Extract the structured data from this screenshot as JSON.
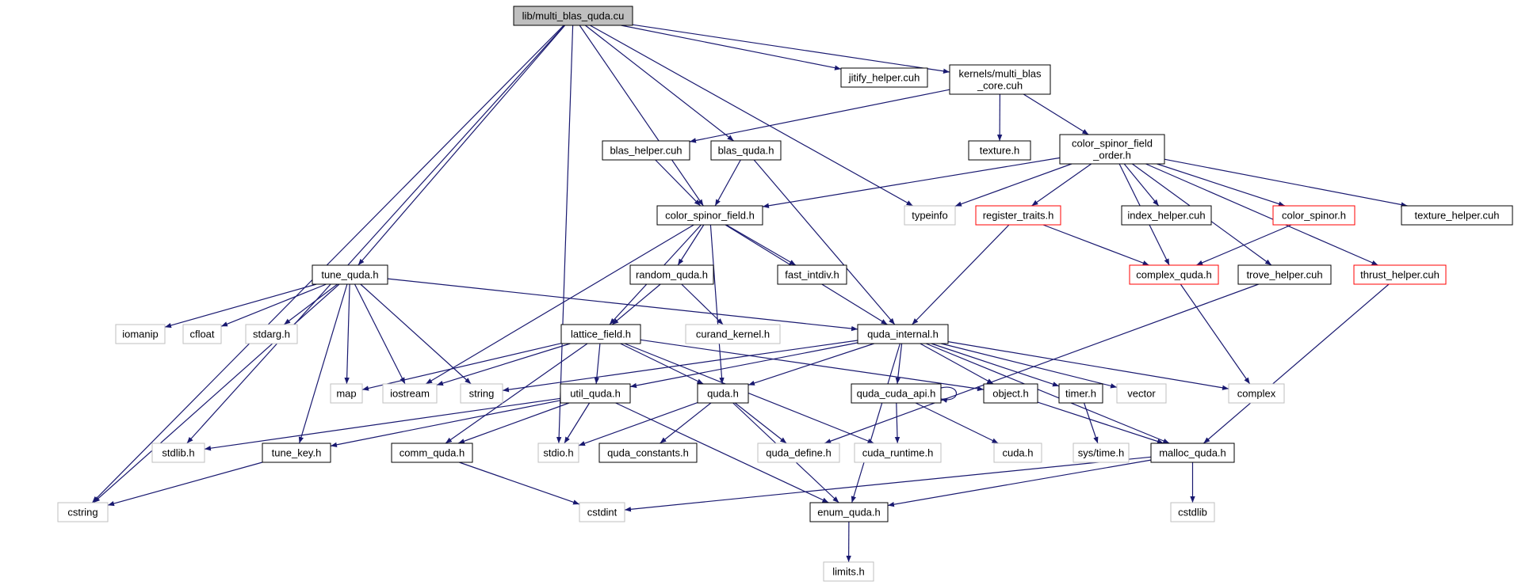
{
  "diagram": {
    "type": "include-dependency-graph",
    "colors": {
      "edge": "#191970",
      "node_border": "#000000",
      "node_border_external": "#bfbfbf",
      "node_border_truncated": "#ff0000",
      "root_fill": "#bfbfbf",
      "node_fill": "#ffffff"
    },
    "nodes": [
      {
        "id": "root",
        "label": "lib/multi_blas_quda.cu",
        "kind": "root"
      },
      {
        "id": "jitify",
        "label": "jitify_helper.cuh",
        "kind": "normal"
      },
      {
        "id": "mbc",
        "label": "kernels/multi_blas\n_core.cuh",
        "kind": "normal"
      },
      {
        "id": "blas_helper",
        "label": "blas_helper.cuh",
        "kind": "normal"
      },
      {
        "id": "blas_quda",
        "label": "blas_quda.h",
        "kind": "normal"
      },
      {
        "id": "texture_h",
        "label": "texture.h",
        "kind": "normal"
      },
      {
        "id": "csfo",
        "label": "color_spinor_field\n_order.h",
        "kind": "normal"
      },
      {
        "id": "csf",
        "label": "color_spinor_field.h",
        "kind": "normal"
      },
      {
        "id": "typeinfo",
        "label": "typeinfo",
        "kind": "external"
      },
      {
        "id": "regtraits",
        "label": "register_traits.h",
        "kind": "truncated"
      },
      {
        "id": "index_helper",
        "label": "index_helper.cuh",
        "kind": "normal"
      },
      {
        "id": "color_spinor",
        "label": "color_spinor.h",
        "kind": "truncated"
      },
      {
        "id": "texture_helper",
        "label": "texture_helper.cuh",
        "kind": "normal"
      },
      {
        "id": "tune_quda",
        "label": "tune_quda.h",
        "kind": "normal"
      },
      {
        "id": "random_quda",
        "label": "random_quda.h",
        "kind": "normal"
      },
      {
        "id": "fast_intdiv",
        "label": "fast_intdiv.h",
        "kind": "normal"
      },
      {
        "id": "complex_quda",
        "label": "complex_quda.h",
        "kind": "truncated"
      },
      {
        "id": "trove",
        "label": "trove_helper.cuh",
        "kind": "normal"
      },
      {
        "id": "thrust",
        "label": "thrust_helper.cuh",
        "kind": "truncated"
      },
      {
        "id": "iomanip",
        "label": "iomanip",
        "kind": "external"
      },
      {
        "id": "cfloat",
        "label": "cfloat",
        "kind": "external"
      },
      {
        "id": "stdarg",
        "label": "stdarg.h",
        "kind": "external"
      },
      {
        "id": "curand",
        "label": "curand_kernel.h",
        "kind": "external"
      },
      {
        "id": "lattice",
        "label": "lattice_field.h",
        "kind": "normal"
      },
      {
        "id": "quda_internal",
        "label": "quda_internal.h",
        "kind": "normal"
      },
      {
        "id": "map",
        "label": "map",
        "kind": "external"
      },
      {
        "id": "iostream",
        "label": "iostream",
        "kind": "external"
      },
      {
        "id": "string",
        "label": "string",
        "kind": "external"
      },
      {
        "id": "util_quda",
        "label": "util_quda.h",
        "kind": "normal"
      },
      {
        "id": "quda_h",
        "label": "quda.h",
        "kind": "normal"
      },
      {
        "id": "cuda_api",
        "label": "quda_cuda_api.h",
        "kind": "normal"
      },
      {
        "id": "object",
        "label": "object.h",
        "kind": "normal"
      },
      {
        "id": "timer",
        "label": "timer.h",
        "kind": "normal"
      },
      {
        "id": "vector",
        "label": "vector",
        "kind": "external"
      },
      {
        "id": "complex",
        "label": "complex",
        "kind": "external"
      },
      {
        "id": "stdlib",
        "label": "stdlib.h",
        "kind": "external"
      },
      {
        "id": "tune_key",
        "label": "tune_key.h",
        "kind": "normal"
      },
      {
        "id": "comm_quda",
        "label": "comm_quda.h",
        "kind": "normal"
      },
      {
        "id": "stdio",
        "label": "stdio.h",
        "kind": "external"
      },
      {
        "id": "quda_constants",
        "label": "quda_constants.h",
        "kind": "normal"
      },
      {
        "id": "quda_define",
        "label": "quda_define.h",
        "kind": "external"
      },
      {
        "id": "cuda_runtime",
        "label": "cuda_runtime.h",
        "kind": "external"
      },
      {
        "id": "cuda_h",
        "label": "cuda.h",
        "kind": "external"
      },
      {
        "id": "systime",
        "label": "sys/time.h",
        "kind": "external"
      },
      {
        "id": "malloc_quda",
        "label": "malloc_quda.h",
        "kind": "normal"
      },
      {
        "id": "cstring",
        "label": "cstring",
        "kind": "external"
      },
      {
        "id": "cstdint",
        "label": "cstdint",
        "kind": "external"
      },
      {
        "id": "enum_quda",
        "label": "enum_quda.h",
        "kind": "normal"
      },
      {
        "id": "cstdlib",
        "label": "cstdlib",
        "kind": "external"
      },
      {
        "id": "limits",
        "label": "limits.h",
        "kind": "external"
      }
    ],
    "edges": [
      [
        "root",
        "jitify"
      ],
      [
        "root",
        "mbc"
      ],
      [
        "root",
        "blas_quda"
      ],
      [
        "root",
        "typeinfo"
      ],
      [
        "root",
        "csf"
      ],
      [
        "root",
        "tune_quda"
      ],
      [
        "root",
        "stdio"
      ],
      [
        "root",
        "stdlib"
      ],
      [
        "root",
        "cstring"
      ],
      [
        "mbc",
        "blas_helper"
      ],
      [
        "mbc",
        "texture_h"
      ],
      [
        "mbc",
        "csfo"
      ],
      [
        "blas_helper",
        "csf"
      ],
      [
        "blas_quda",
        "csf"
      ],
      [
        "blas_quda",
        "quda_internal"
      ],
      [
        "csfo",
        "csf"
      ],
      [
        "csfo",
        "typeinfo"
      ],
      [
        "csfo",
        "regtraits"
      ],
      [
        "csfo",
        "index_helper"
      ],
      [
        "csfo",
        "color_spinor"
      ],
      [
        "csfo",
        "texture_helper"
      ],
      [
        "csfo",
        "complex_quda"
      ],
      [
        "csfo",
        "trove"
      ],
      [
        "csfo",
        "thrust"
      ],
      [
        "csf",
        "iostream"
      ],
      [
        "csf",
        "random_quda"
      ],
      [
        "csf",
        "fast_intdiv"
      ],
      [
        "csf",
        "quda_internal"
      ],
      [
        "csf",
        "lattice"
      ],
      [
        "csf",
        "quda_h"
      ],
      [
        "regtraits",
        "quda_internal"
      ],
      [
        "regtraits",
        "complex_quda"
      ],
      [
        "color_spinor",
        "complex_quda"
      ],
      [
        "complex_quda",
        "complex"
      ],
      [
        "trove",
        "quda_define"
      ],
      [
        "thrust",
        "malloc_quda"
      ],
      [
        "random_quda",
        "lattice"
      ],
      [
        "random_quda",
        "curand"
      ],
      [
        "tune_quda",
        "iomanip"
      ],
      [
        "tune_quda",
        "cfloat"
      ],
      [
        "tune_quda",
        "stdarg"
      ],
      [
        "tune_quda",
        "map"
      ],
      [
        "tune_quda",
        "iostream"
      ],
      [
        "tune_quda",
        "string"
      ],
      [
        "tune_quda",
        "tune_key"
      ],
      [
        "tune_quda",
        "quda_internal"
      ],
      [
        "tune_quda",
        "cstring"
      ],
      [
        "lattice",
        "map"
      ],
      [
        "lattice",
        "iostream"
      ],
      [
        "lattice",
        "util_quda"
      ],
      [
        "lattice",
        "quda_h"
      ],
      [
        "lattice",
        "object"
      ],
      [
        "lattice",
        "comm_quda"
      ],
      [
        "lattice",
        "cuda_runtime"
      ],
      [
        "quda_internal",
        "string"
      ],
      [
        "quda_internal",
        "util_quda"
      ],
      [
        "quda_internal",
        "quda_h"
      ],
      [
        "quda_internal",
        "cuda_api"
      ],
      [
        "quda_internal",
        "object"
      ],
      [
        "quda_internal",
        "timer"
      ],
      [
        "quda_internal",
        "vector"
      ],
      [
        "quda_internal",
        "complex"
      ],
      [
        "quda_internal",
        "malloc_quda"
      ],
      [
        "quda_internal",
        "enum_quda"
      ],
      [
        "util_quda",
        "stdlib"
      ],
      [
        "util_quda",
        "tune_key"
      ],
      [
        "util_quda",
        "comm_quda"
      ],
      [
        "util_quda",
        "stdio"
      ],
      [
        "util_quda",
        "enum_quda"
      ],
      [
        "quda_h",
        "stdio"
      ],
      [
        "quda_h",
        "quda_constants"
      ],
      [
        "quda_h",
        "quda_define"
      ],
      [
        "quda_h",
        "enum_quda"
      ],
      [
        "cuda_api",
        "cuda_api"
      ],
      [
        "cuda_api",
        "cuda_runtime"
      ],
      [
        "cuda_api",
        "cuda_h"
      ],
      [
        "object",
        "malloc_quda"
      ],
      [
        "timer",
        "systime"
      ],
      [
        "tune_key",
        "cstring"
      ],
      [
        "comm_quda",
        "cstdint"
      ],
      [
        "malloc_quda",
        "cstdlib"
      ],
      [
        "malloc_quda",
        "enum_quda"
      ],
      [
        "malloc_quda",
        "cstdint"
      ],
      [
        "enum_quda",
        "limits"
      ]
    ]
  }
}
